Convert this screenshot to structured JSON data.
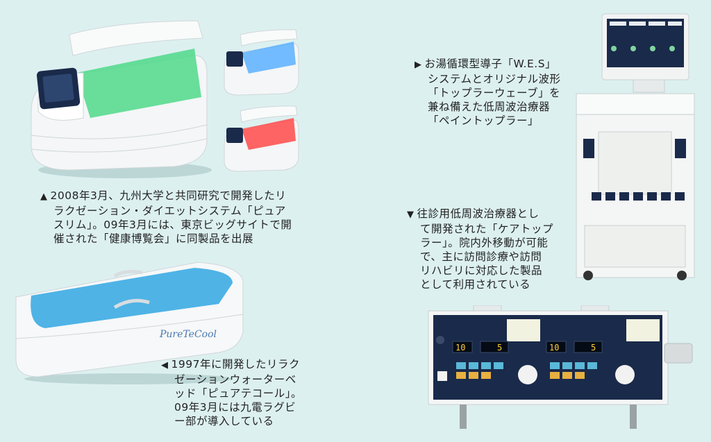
{
  "captions": {
    "pure_slim": {
      "marker": "▲",
      "lines": [
        "2008年3月、九州大学と共同研究で開発したリ",
        "ラクゼーション・ダイエットシステム「ピュア",
        "スリム」。09年3月には、東京ビッグサイトで開",
        "催された「健康博覧会」に同製品を出展"
      ]
    },
    "pure_tecool": {
      "marker": "◀",
      "lines": [
        "1997年に開発したリラク",
        "ゼーションウォーターベ",
        "ッド「ピュアテコール」。",
        "09年3月には九電ラグビ",
        "ー部が導入している"
      ]
    },
    "paint_topler": {
      "marker": "▶",
      "lines": [
        "お湯循環型導子「W.E.S」",
        "システムとオリジナル波形",
        "「トップラーウェーブ」を",
        "兼ね備えた低周波治療器",
        "「ペイントップラー」"
      ]
    },
    "care_topler": {
      "marker": "▼",
      "lines": [
        "往診用低周波治療器とし",
        "て開発された「ケアトップ",
        "ラー」。院内外移動が可能",
        "で、主に訪問診療や訪問",
        "リハビリに対応した製品",
        "として利用されている"
      ]
    }
  },
  "device_labels": {
    "pure_tecool_logo": "PureTeCool",
    "care_display_left_a": "10",
    "care_display_left_b": "5",
    "care_display_right_a": "10",
    "care_display_right_b": "5"
  },
  "colors": {
    "background": "#ddf0f0",
    "glow_green": "#4fd98a",
    "glow_blue": "#5ab0ff",
    "glow_red": "#ff4a4a",
    "water_blue": "#4fb3e6",
    "panel_navy": "#1a2a4a"
  }
}
